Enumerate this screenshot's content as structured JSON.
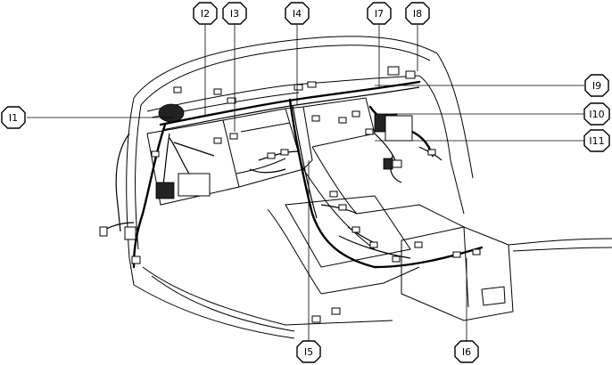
{
  "diagram": {
    "labels": {
      "I1": "I1",
      "I2": "I2",
      "I3": "I3",
      "I4": "I4",
      "I5": "I5",
      "I6": "I6",
      "I7": "I7",
      "I8": "I8",
      "I9": "I9",
      "I10": "I10",
      "I11": "I11"
    }
  }
}
